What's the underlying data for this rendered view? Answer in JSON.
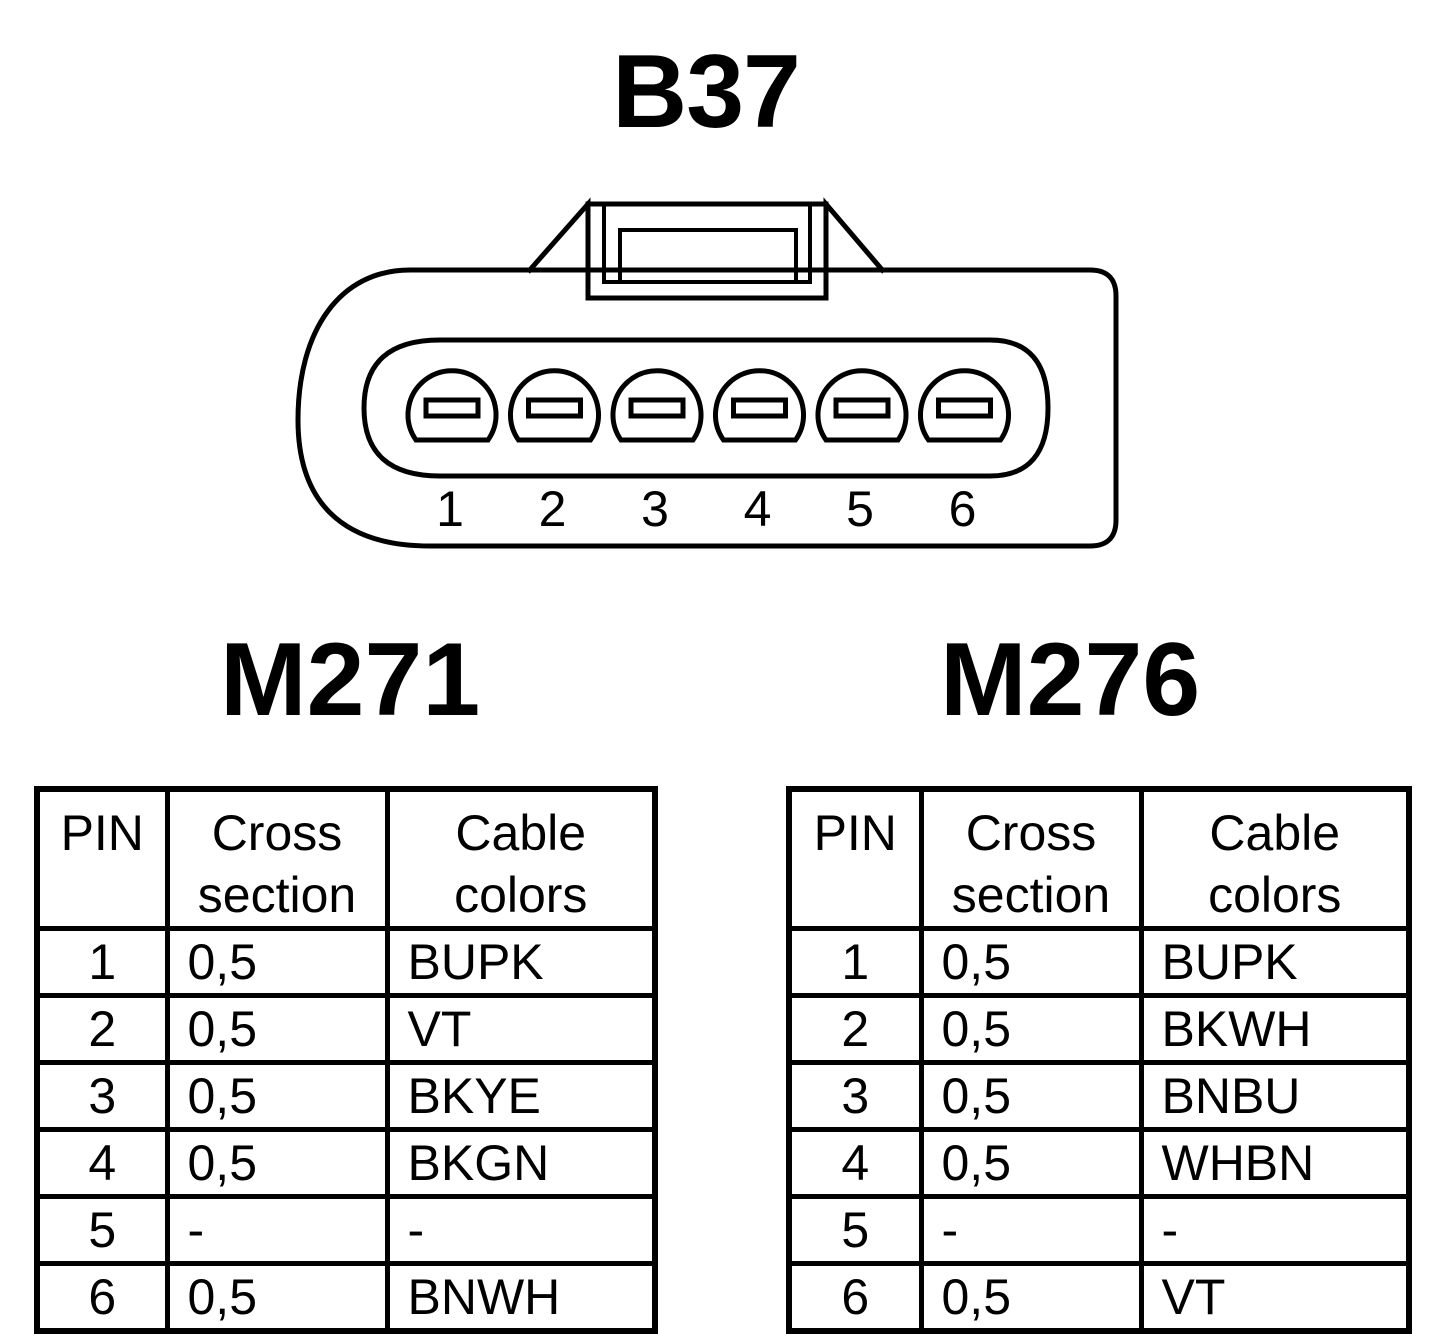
{
  "connector": {
    "title": "B37",
    "pins": [
      "1",
      "2",
      "3",
      "4",
      "5",
      "6"
    ]
  },
  "tables": [
    {
      "engine": "M271",
      "headers": {
        "pin": "PIN",
        "cross_section": [
          "Cross",
          "section"
        ],
        "cable_colors": [
          "Cable",
          "colors"
        ]
      },
      "rows": [
        {
          "pin": "1",
          "cross_section": "0,5",
          "cable_color": "BUPK"
        },
        {
          "pin": "2",
          "cross_section": "0,5",
          "cable_color": "VT"
        },
        {
          "pin": "3",
          "cross_section": "0,5",
          "cable_color": "BKYE"
        },
        {
          "pin": "4",
          "cross_section": "0,5",
          "cable_color": "BKGN"
        },
        {
          "pin": "5",
          "cross_section": "-",
          "cable_color": "-"
        },
        {
          "pin": "6",
          "cross_section": "0,5",
          "cable_color": "BNWH"
        }
      ]
    },
    {
      "engine": "M276",
      "headers": {
        "pin": "PIN",
        "cross_section": [
          "Cross",
          "section"
        ],
        "cable_colors": [
          "Cable",
          "colors"
        ]
      },
      "rows": [
        {
          "pin": "1",
          "cross_section": "0,5",
          "cable_color": "BUPK"
        },
        {
          "pin": "2",
          "cross_section": "0,5",
          "cable_color": "BKWH"
        },
        {
          "pin": "3",
          "cross_section": "0,5",
          "cable_color": "BNBU"
        },
        {
          "pin": "4",
          "cross_section": "0,5",
          "cable_color": "WHBN"
        },
        {
          "pin": "5",
          "cross_section": "-",
          "cable_color": "-"
        },
        {
          "pin": "6",
          "cross_section": "0,5",
          "cable_color": "VT"
        }
      ]
    }
  ]
}
